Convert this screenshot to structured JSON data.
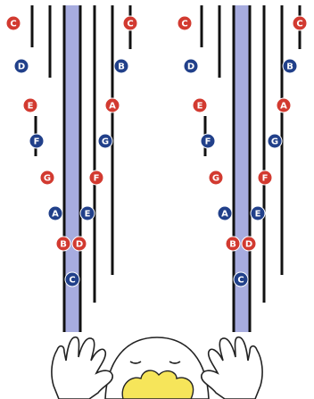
{
  "colors": {
    "line": "#111111",
    "center_band": "#a7acdf",
    "red_note": "#d23a30",
    "blue_note": "#21408a",
    "note_text": "#ffffff",
    "hand_outline": "#222222",
    "hair": "#f6e55a"
  },
  "panels": [
    {
      "id": "left",
      "notes": [
        {
          "label": "C",
          "color": "red"
        },
        {
          "label": "D",
          "color": "blue"
        },
        {
          "label": "E",
          "color": "red"
        },
        {
          "label": "F",
          "color": "blue"
        },
        {
          "label": "G",
          "color": "red"
        },
        {
          "label": "A",
          "color": "blue"
        },
        {
          "label": "B",
          "color": "red"
        },
        {
          "label": "D",
          "color": "red"
        },
        {
          "label": "C",
          "color": "blue"
        },
        {
          "label": "E",
          "color": "blue"
        },
        {
          "label": "F",
          "color": "red"
        },
        {
          "label": "G",
          "color": "blue"
        },
        {
          "label": "A",
          "color": "red"
        },
        {
          "label": "B",
          "color": "blue"
        },
        {
          "label": "C",
          "color": "red"
        }
      ]
    },
    {
      "id": "right",
      "notes": [
        {
          "label": "C",
          "color": "red"
        },
        {
          "label": "D",
          "color": "blue"
        },
        {
          "label": "E",
          "color": "red"
        },
        {
          "label": "F",
          "color": "blue"
        },
        {
          "label": "G",
          "color": "red"
        },
        {
          "label": "A",
          "color": "blue"
        },
        {
          "label": "B",
          "color": "red"
        },
        {
          "label": "D",
          "color": "red"
        },
        {
          "label": "C",
          "color": "blue"
        },
        {
          "label": "E",
          "color": "blue"
        },
        {
          "label": "F",
          "color": "red"
        },
        {
          "label": "G",
          "color": "blue"
        },
        {
          "label": "A",
          "color": "red"
        },
        {
          "label": "B",
          "color": "blue"
        },
        {
          "label": "C",
          "color": "red"
        }
      ]
    }
  ]
}
